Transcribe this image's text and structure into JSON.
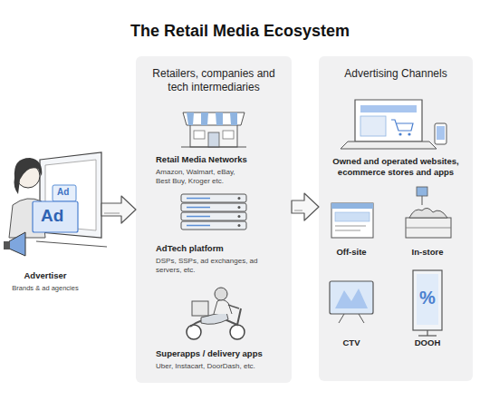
{
  "diagram": {
    "title": "The Retail Media Ecosystem",
    "nodes": [
      {
        "text": [
          "Advertiser",
          "Brands & ad agencies"
        ]
      },
      {
        "text": [
          "Retailers, companies and tech intermediaries"
        ]
      },
      {
        "text": [
          "Retail Media Networks",
          "Amazon, Walmart, eBay, Best Buy, Kroger etc."
        ],
        "in": 1
      },
      {
        "text": [
          "AdTech platform",
          "DSPs, SSPs, ad exchanges, ad servers, etc."
        ],
        "in": 1
      },
      {
        "text": [
          "Superapps / delivery apps",
          "Uber, Instacart, DoorDash, etc."
        ],
        "in": 1
      },
      {
        "text": [
          "Advertising Channels"
        ]
      },
      {
        "text": [
          "Owned and operated websites, ecommerce stores and apps"
        ],
        "in": 5
      },
      {
        "text": [
          "Off-site"
        ],
        "in": 5
      },
      {
        "text": [
          "In-store"
        ],
        "in": 5
      },
      {
        "text": [
          "CTV"
        ],
        "in": 5
      },
      {
        "text": [
          "DOOH"
        ],
        "in": 5
      }
    ],
    "edges": [
      {
        "from": 0,
        "to": 1,
        "arrow": "to"
      },
      {
        "from": 1,
        "to": 5,
        "arrow": "to"
      }
    ],
    "labels": [
      "Ad",
      "Ad",
      "%"
    ]
  }
}
